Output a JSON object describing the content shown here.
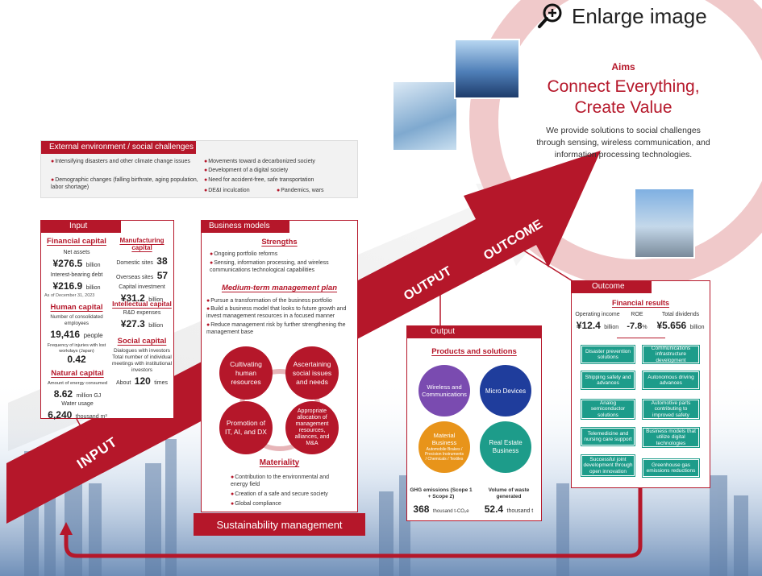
{
  "enlarge": {
    "label": "Enlarge image",
    "icon": "magnifier-plus-icon"
  },
  "aims": {
    "label": "Aims",
    "title_line1": "Connect Everything,",
    "title_line2": "Create Value",
    "desc_line1": "We provide solutions to social challenges",
    "desc_line2": "through sensing, wireless communication, and",
    "desc_line3": "information processing technologies."
  },
  "external": {
    "title": "External environment / social challenges",
    "items": [
      "Intensifying disasters and other climate change issues",
      "Demographic changes (falling birthrate, aging population, labor shortage)",
      "Movements toward a decarbonized society",
      "Development of a digital society",
      "Need for accident-free, safe transportation",
      "DE&I inculcation",
      "Pandemics, wars"
    ]
  },
  "input": {
    "title": "Input",
    "financial": {
      "title": "Financial capital",
      "net_assets_label": "Net assets",
      "net_assets_value": "¥276.5",
      "net_assets_unit": "billion",
      "debt_label": "Interest-bearing debt",
      "debt_value": "¥216.9",
      "debt_unit": "billion",
      "asof": "As of December 31, 2023"
    },
    "human": {
      "title": "Human capital",
      "emp_label": "Number of consolidated employees",
      "emp_value": "19,416",
      "emp_unit": "people",
      "inj_label": "Frequency of injuries with lost workdays (Japan)",
      "inj_value": "0.42"
    },
    "natural": {
      "title": "Natural capital",
      "energy_label": "Amount of energy consumed",
      "energy_value": "8.62",
      "energy_unit": "million GJ",
      "water_label": "Water usage",
      "water_value": "6,240",
      "water_unit": "thousand m³"
    },
    "manufacturing": {
      "title": "Manufacturing capital",
      "dom_label": "Domestic sites",
      "dom_value": "38",
      "ovs_label": "Overseas sites",
      "ovs_value": "57",
      "capex_label": "Capital investment",
      "capex_value": "¥31.2",
      "capex_unit": "billion"
    },
    "intellectual": {
      "title": "Intellectual capital",
      "rd_label": "R&D expenses",
      "rd_value": "¥27.3",
      "rd_unit": "billion"
    },
    "social": {
      "title": "Social capital",
      "dia_label1": "Dialogues with investors",
      "dia_label2": "Total number of individual meetings with institutional investors",
      "dia_prefix": "About",
      "dia_value": "120",
      "dia_unit": "times"
    }
  },
  "business": {
    "title": "Business models",
    "strengths_title": "Strengths",
    "strengths": [
      "Ongoing portfolio reforms",
      "Sensing, information processing, and wireless communications technological capabilities"
    ],
    "plan_title": "Medium-term management plan",
    "plan": [
      "Pursue a transformation of the business portfolio",
      "Build a business model that looks to future growth and invest management resources in a focused manner",
      "Reduce management risk by further strengthening the management base"
    ],
    "cycle": [
      "Cultivating human resources",
      "Ascertaining social issues and needs",
      "Promotion of IT, AI, and DX",
      "Appropriate allocation of management resources, alliances, and M&A"
    ],
    "materiality_title": "Materiality",
    "materiality": [
      "Contribution to the environmental and energy field",
      "Creation of a safe and secure society",
      "Global compliance"
    ],
    "sustainability": "Sustainability management"
  },
  "arrow": {
    "input": "INPUT",
    "output": "OUTPUT",
    "outcome": "OUTCOME"
  },
  "output": {
    "title": "Output",
    "products_title": "Products and solutions",
    "wireless": "Wireless and Communications",
    "micro": "Micro Devices",
    "material": "Material Business",
    "material_sub": "Automobile Brakes / Precision Instruments / Chemicals / Textiles",
    "realestate": "Real Estate Business",
    "ghg_label": "GHG emissions (Scope 1 + Scope 2)",
    "ghg_value": "368",
    "ghg_unit": "thousand t-CO₂e",
    "waste_label": "Volume of waste generated",
    "waste_value": "52.4",
    "waste_unit": "thousand t"
  },
  "outcome": {
    "title": "Outcome",
    "fin_title": "Financial results",
    "op_label": "Operating income",
    "op_value": "¥12.4",
    "op_unit": "billion",
    "roe_label": "ROE",
    "roe_value": "-7.8",
    "roe_unit": "%",
    "div_label": "Total dividends",
    "div_value": "¥5.656",
    "div_unit": "billion",
    "tiles": [
      "Disaster prevention solutions",
      "Communications infrastructure development",
      "Shipping safety and advances",
      "Autonomous driving advances",
      "Analog semiconductor solutions",
      "Automotive parts contributing to improved safety",
      "Telemedicine and nursing care support",
      "Business models that utilize digital technologies",
      "Successful joint development through open innovation",
      "Greenhouse gas emissions reductions"
    ]
  },
  "colors": {
    "brand_red": "#b5172a",
    "teal": "#1d9c8a",
    "wireless": "#7a4bb0",
    "micro": "#1f3d9c",
    "material": "#e8941a",
    "realestate": "#1d9c8a"
  }
}
